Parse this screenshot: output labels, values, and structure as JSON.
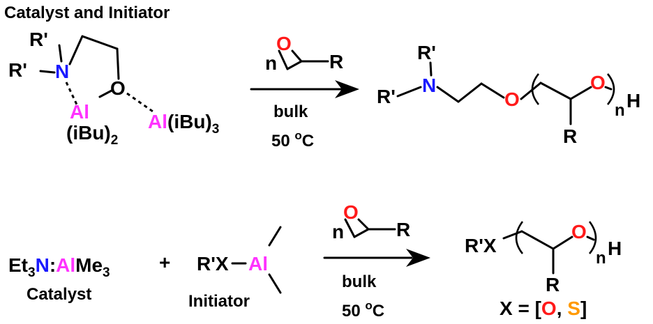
{
  "colors": {
    "nitrogen": "#1a1aff",
    "oxygen": "#ff1a1a",
    "aluminum": "#ff33ff",
    "sulfur": "#ff9900",
    "text": "#000000"
  },
  "title": "Catalyst and Initiator",
  "top": {
    "reactant": {
      "r1": "R'",
      "r2": "R'",
      "n": "N",
      "o": "O",
      "al1": "Al",
      "al1_ligand": "(iBu)",
      "al1_sub": "2",
      "al2": "Al",
      "al2_ligand": "(iBu)",
      "al2_sub": "3"
    },
    "monomer": {
      "n": "n",
      "o": "O",
      "r": "R"
    },
    "conditions": {
      "medium": "bulk",
      "temperature": "50",
      "degree": "o",
      "unit": "C"
    },
    "product": {
      "r1": "R'",
      "r2": "R'",
      "n": "N",
      "o1": "O",
      "o2": "O",
      "r": "R",
      "sub_n": "n",
      "h": "H"
    }
  },
  "bottom": {
    "catalyst": {
      "et": "Et",
      "et_sub": "3",
      "n": "N",
      "colon": ":",
      "al": "Al",
      "me": "Me",
      "me_sub": "3",
      "label": "Catalyst"
    },
    "plus": "+",
    "initiator": {
      "rx": "R'X",
      "dash": "–",
      "al": "Al",
      "label": "Initiator"
    },
    "monomer": {
      "n": "n",
      "o": "O",
      "r": "R"
    },
    "conditions": {
      "medium": "bulk",
      "temperature": "50",
      "degree": "o",
      "unit": "C"
    },
    "product": {
      "rx": "R'X",
      "o": "O",
      "r": "R",
      "sub_n": "n",
      "h": "H",
      "x_def_prefix": "X = [",
      "x_def_o": "O",
      "x_def_sep": ", ",
      "x_def_s": "S",
      "x_def_suffix": "]"
    }
  }
}
